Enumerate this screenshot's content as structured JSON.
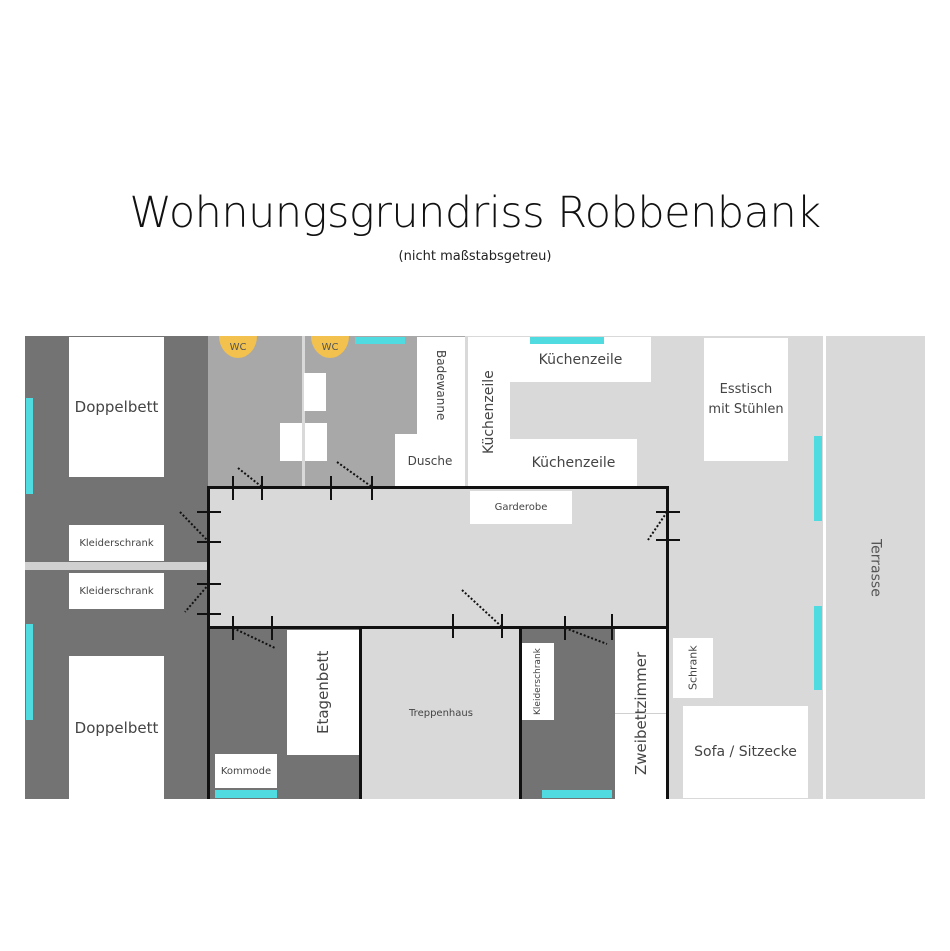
{
  "header": {
    "title": "Wohnungsgrundriss Robbenbank",
    "subtitle": "(nicht maßstabsgetreu)"
  },
  "rooms": {
    "bedroom_top": {
      "bed": "Doppelbett",
      "wardrobe": "Kleiderschrank"
    },
    "bedroom_bottom": {
      "bed": "Doppelbett",
      "wardrobe": "Kleiderschrank"
    },
    "wc_left": {
      "label": "WC"
    },
    "bathroom": {
      "wc": "WC",
      "bathtub": "Badewanne",
      "shower": "Dusche"
    },
    "kitchen": {
      "counter_top": "Küchenzeile",
      "counter_side": "Küchenzeile",
      "counter_bottom": "Küchenzeile"
    },
    "hall": {
      "wardrobe": "Garderobe"
    },
    "dining": {
      "table_line1": "Esstisch",
      "table_line2": "mit Stühlen"
    },
    "bunk_room": {
      "bunk": "Etagenbett",
      "dresser": "Kommode"
    },
    "stairwell": {
      "label": "Treppenhaus"
    },
    "twin_room": {
      "wardrobe": "Kleiderschrank",
      "label": "Zweibettzimmer"
    },
    "living": {
      "cabinet": "Schrank",
      "sofa": "Sofa / Sitzecke"
    },
    "terrace": {
      "label": "Terrasse"
    }
  },
  "colors": {
    "dark_room": "#737373",
    "mid_room": "#a8a8a8",
    "light_room": "#d9d9d9",
    "window": "#4fdbe0",
    "toilet": "#f2c14e",
    "wall": "#111111"
  }
}
